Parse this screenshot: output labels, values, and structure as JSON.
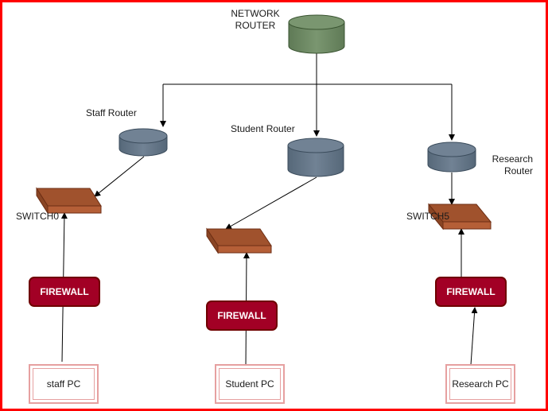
{
  "nodes": {
    "network_router": "NETWORK\nROUTER",
    "staff_router": "Staff Router",
    "student_router": "Student Router",
    "research_router": "Research\nRouter",
    "switch0": "SWITCH0",
    "switch5": "SWITCH5",
    "firewall_left": "FIREWALL",
    "firewall_mid": "FIREWALL",
    "firewall_right": "FIREWALL",
    "staff_pc": "staff PC",
    "student_pc": "Student PC",
    "research_pc": "Research PC"
  },
  "colors": {
    "border": "#ff0000",
    "network_router": "#6d8764",
    "sub_router": "#647687",
    "switch": "#a0522d",
    "firewall": "#a20025",
    "pc_border": "#e6a0a0"
  }
}
